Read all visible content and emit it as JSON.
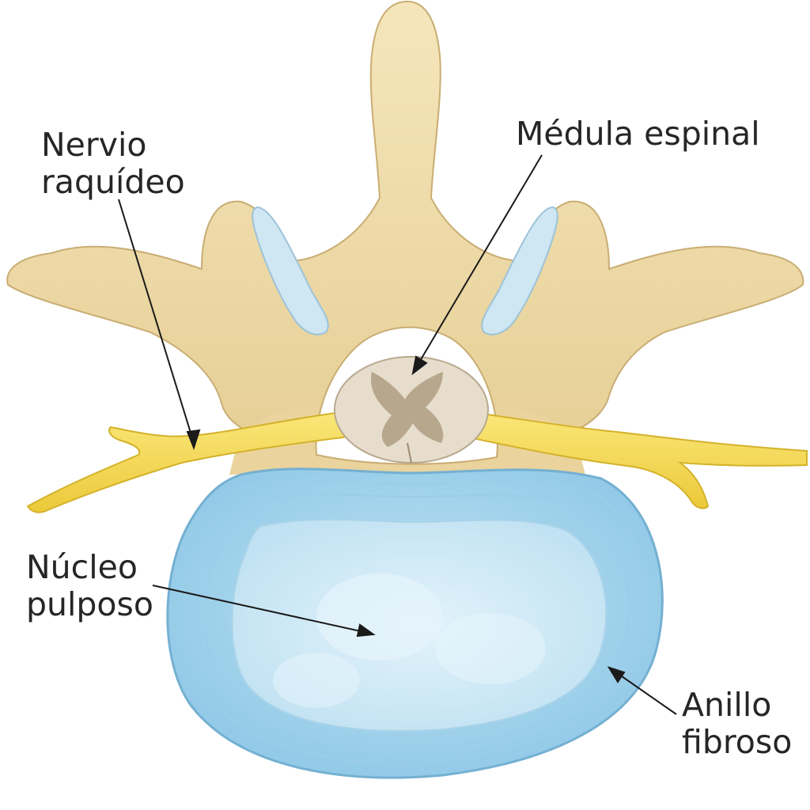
{
  "labels": {
    "spinal_nerve": {
      "line1": "Nervio",
      "line2": "raquídeo"
    },
    "spinal_cord": {
      "line1": "Médula espinal"
    },
    "nucleus_pulposus": {
      "line1": "Núcleo",
      "line2": "pulposo"
    },
    "annulus_fibrosus": {
      "line1": "Anillo",
      "line2": "fibroso"
    }
  },
  "colors": {
    "bone": "#f1dfae",
    "bone_shadow": "#dcc28a",
    "cartilage": "#c9e1f0",
    "nerve": "#f6dd4a",
    "cord": "#e5dccb",
    "cord_gray_matter": "#bdac90",
    "disc_outer": "#a9d6ee",
    "disc_inner": "#cde9f6",
    "leader_line": "#1a1a1a",
    "text": "#262626"
  }
}
